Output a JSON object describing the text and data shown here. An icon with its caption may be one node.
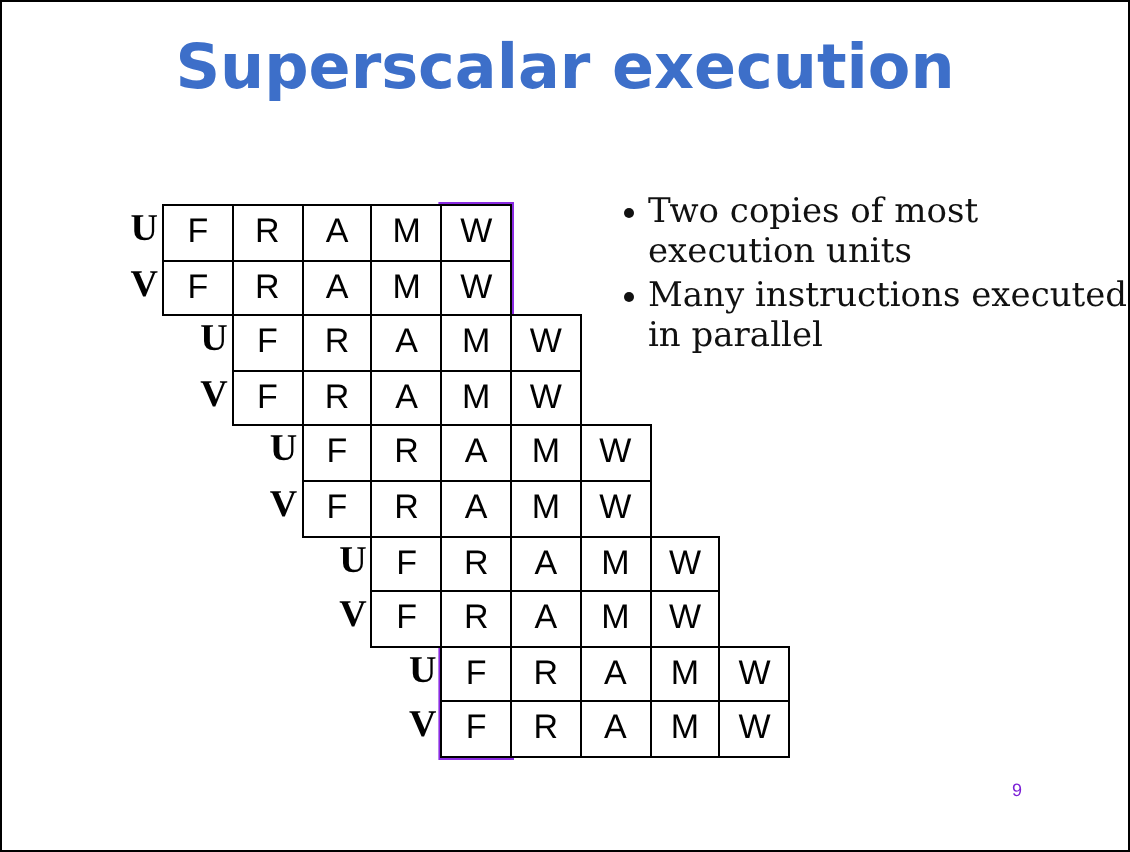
{
  "diagram": {
    "title": "Superscalar execution",
    "labels": [
      "U",
      "F",
      "R",
      "A",
      "M",
      "W",
      "V",
      "F",
      "R",
      "A",
      "M",
      "W",
      "U",
      "F",
      "R",
      "A",
      "M",
      "W",
      "V",
      "F",
      "R",
      "A",
      "M",
      "W",
      "U",
      "F",
      "R",
      "A",
      "M",
      "W",
      "V",
      "F",
      "R",
      "A",
      "M",
      "W",
      "U",
      "F",
      "R",
      "A",
      "M",
      "W",
      "V",
      "F",
      "R",
      "A",
      "M",
      "W",
      "U",
      "F",
      "R",
      "A",
      "M",
      "W",
      "V",
      "F",
      "R",
      "A",
      "M",
      "W",
      "Two copies of most execution units",
      "Many instructions executed in parallel",
      "9"
    ]
  }
}
